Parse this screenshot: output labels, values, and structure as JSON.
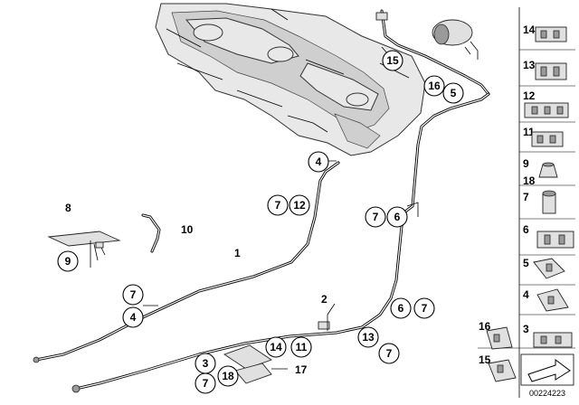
{
  "callouts": [
    {
      "id": "c15",
      "label": "15"
    },
    {
      "id": "c16",
      "label": "16"
    },
    {
      "id": "c5",
      "label": "5"
    },
    {
      "id": "c4a",
      "label": "4"
    },
    {
      "id": "c7a",
      "label": "7"
    },
    {
      "id": "c12",
      "label": "12"
    },
    {
      "id": "c7b",
      "label": "7"
    },
    {
      "id": "c6a",
      "label": "6"
    },
    {
      "id": "c9",
      "label": "9"
    },
    {
      "id": "c7c",
      "label": "7"
    },
    {
      "id": "c4b",
      "label": "4"
    },
    {
      "id": "c6b",
      "label": "6"
    },
    {
      "id": "c7d",
      "label": "7"
    },
    {
      "id": "c13",
      "label": "13"
    },
    {
      "id": "c7e",
      "label": "7"
    },
    {
      "id": "c14",
      "label": "14"
    },
    {
      "id": "c11",
      "label": "11"
    },
    {
      "id": "c3",
      "label": "3"
    },
    {
      "id": "c7f",
      "label": "7"
    },
    {
      "id": "c18",
      "label": "18"
    }
  ],
  "plain_labels": {
    "l8": "8",
    "l10": "10",
    "l1": "1",
    "l2": "2",
    "l17": "17"
  },
  "side_labels": [
    "14",
    "13",
    "12",
    "11",
    "9",
    "18",
    "7",
    "6",
    "5",
    "4",
    "16",
    "3",
    "15"
  ],
  "reference_number": "00224223"
}
